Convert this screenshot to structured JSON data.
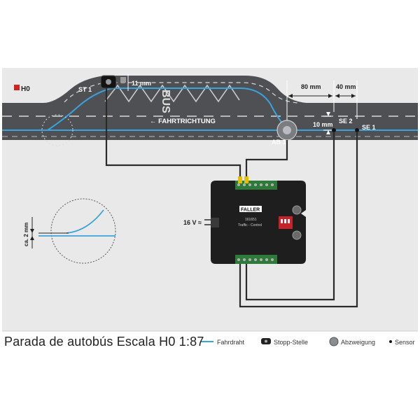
{
  "badge": "H0",
  "labels": {
    "st1": "ST 1",
    "dim_11": "11 mm",
    "dim_80": "80 mm",
    "dim_40": "40 mm",
    "dim_10": "10 mm",
    "se2": "SE 2",
    "se1": "SE 1",
    "ab1": "AB 1",
    "direction": "← FAHRTRICHTUNG",
    "road_marking": "BUS",
    "voltage": "16 V ≈",
    "dim_ca2": "ca. 2 mm"
  },
  "module": {
    "brand": "FALLER",
    "number": "161651",
    "name": "Traffic - Control"
  },
  "caption": "Parada de autobús Escala H0 1:87",
  "legend": {
    "fahrdraht": "Fahrdraht",
    "stopp": "Stopp-Stelle",
    "abzweigung": "Abzweigung",
    "sensor": "Sensor"
  },
  "colors": {
    "road": "#4e5053",
    "ground": "#e9e9e9",
    "wire": "#2b2b2b",
    "fahrdraht": "#3aa3dc",
    "module": "#1e1e1e",
    "badge": "#d32222"
  }
}
